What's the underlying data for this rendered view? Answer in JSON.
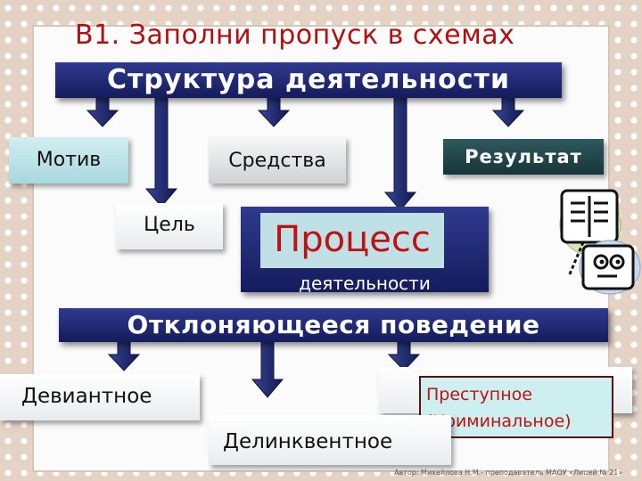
{
  "title": "В1. Заполни пропуск в схемах",
  "scheme1": {
    "header": "Структура деятельности",
    "motive": "Мотив",
    "means": "Средства",
    "result": "Результат",
    "goal": "Цель",
    "process": "Процесс",
    "process_sub": "деятельности"
  },
  "scheme2": {
    "header": "Отклоняющееся поведение",
    "deviant": "Девиантное",
    "delinquent": "Делинквентное",
    "blank": "",
    "criminal_line1": "Преступное",
    "criminal_line2": "(Криминальное)"
  },
  "footer": "Автор: Михайлова Н.М.- преподаватель МАОУ «Лицей № 21»",
  "colors": {
    "title": "#b01010",
    "navy": "#1f2a78",
    "teal_box": "#bfe3e8",
    "result_box": "#1f4548",
    "red_text": "#c01010"
  },
  "icons": [
    "book-icon",
    "face-icon"
  ]
}
